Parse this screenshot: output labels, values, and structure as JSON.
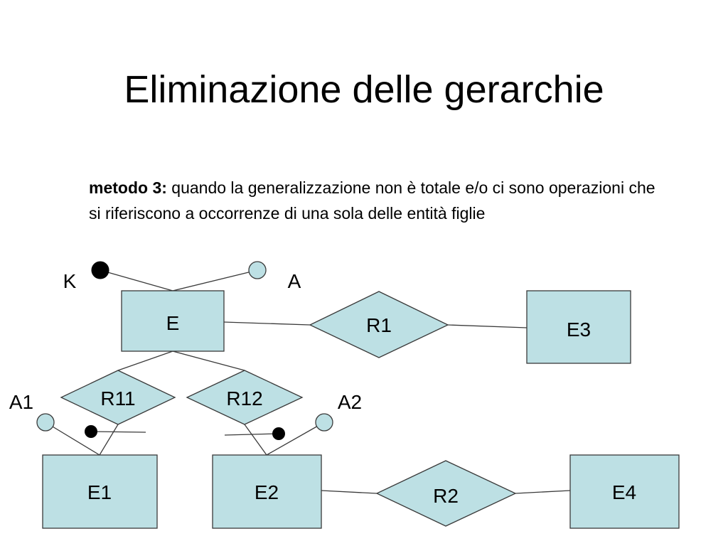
{
  "title": "Eliminazione delle gerarchie",
  "description": {
    "bold": "metodo 3:",
    "text": " quando la generalizzazione non è totale e/o ci sono operazioni che si riferiscono a occorrenze di una sola delle entità figlie"
  },
  "colors": {
    "shape_fill": "#bde0e4",
    "stroke": "#3a3a3a"
  },
  "entities": {
    "e": "E",
    "e1": "E1",
    "e2": "E2",
    "e3": "E3",
    "e4": "E4"
  },
  "relationships": {
    "r1": "R1",
    "r11": "R11",
    "r12": "R12",
    "r2": "R2"
  },
  "attributes": {
    "k": "K",
    "a": "A",
    "a1": "A1",
    "a2": "A2"
  }
}
